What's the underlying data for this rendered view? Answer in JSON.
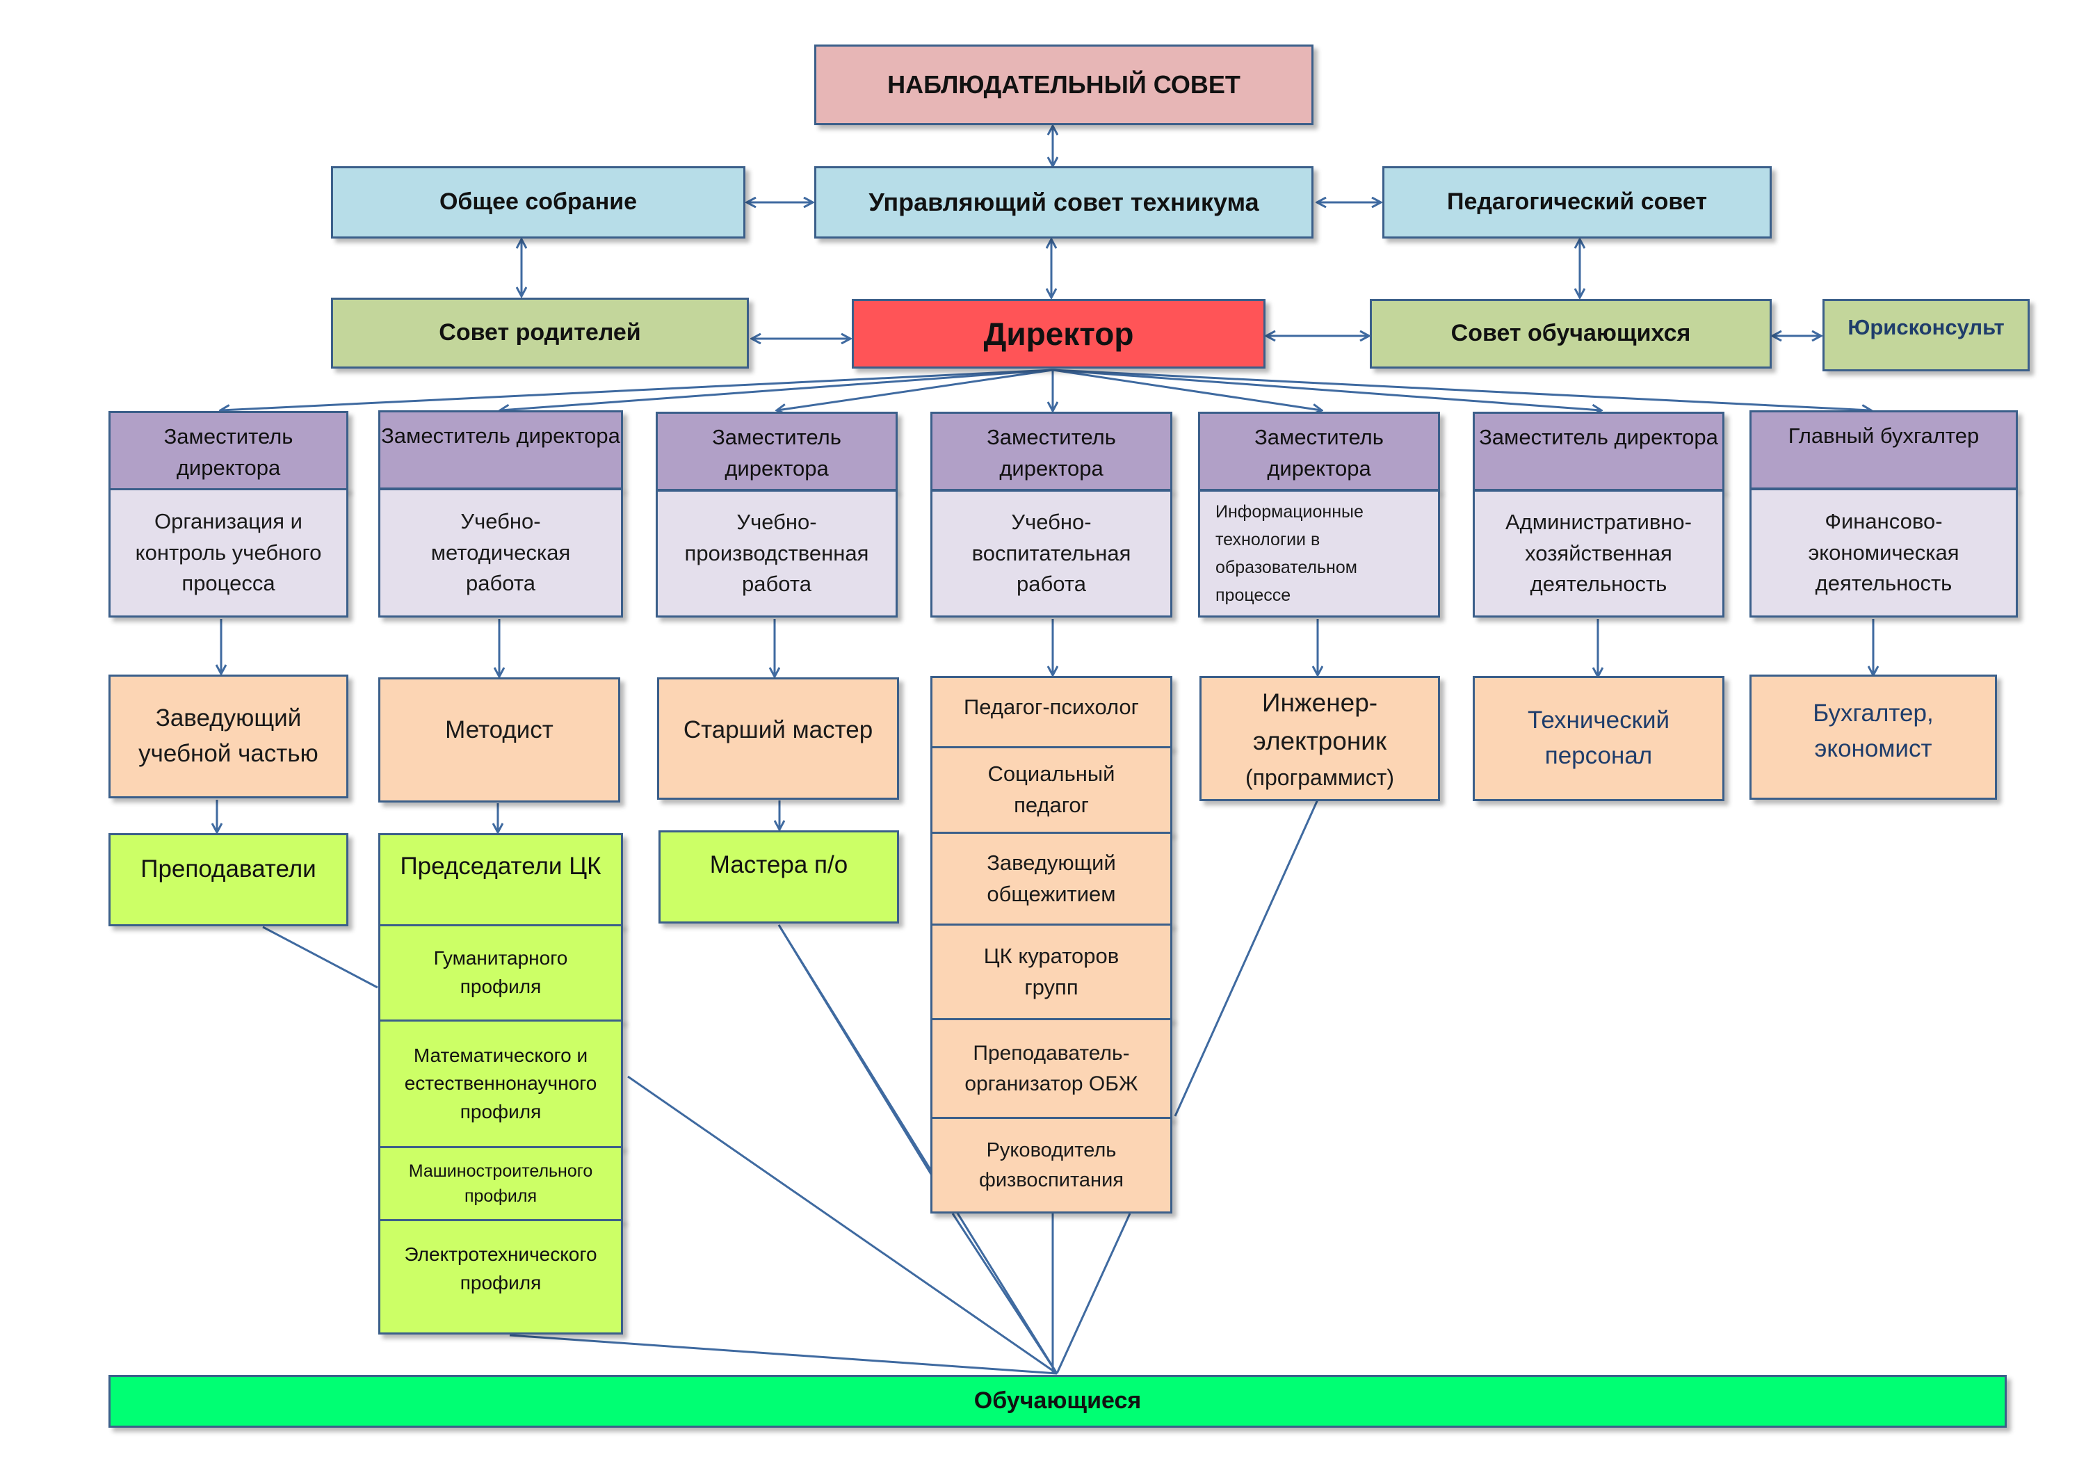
{
  "title": "НАБЛЮДАТЕЛЬНЫЙ СОВЕТ",
  "governance": {
    "general_meeting": "Общее собрание",
    "managing_council": "Управляющий совет техникума",
    "pedagogical_council": "Педагогический совет",
    "parents_council": "Совет родителей",
    "director": "Директор",
    "students_council": "Совет обучающихся",
    "legal_adviser": "Юрисконсульт"
  },
  "deputies": [
    {
      "head": "Заместитель директора",
      "area": "Организация и контроль учебного процесса"
    },
    {
      "head": "Заместитель директора",
      "area": "Учебно-методическая работа"
    },
    {
      "head": "Заместитель директора",
      "area": "Учебно-производственная работа"
    },
    {
      "head": "Заместитель директора",
      "area": "Учебно-воспитательная работа"
    },
    {
      "head": "Заместитель директора",
      "area": "Информационные технологии в образовательном процессе"
    },
    {
      "head": "Заместитель директора",
      "area": "Административно-хозяйственная деятельность"
    },
    {
      "head": "Главный бухгалтер",
      "area": "Финансово-экономическая деятельность"
    }
  ],
  "staff": {
    "head_of_studies": "Заведующий учебной частью",
    "methodist": "Методист",
    "senior_master": "Старший мастер",
    "psychologist": "Педагог-психолог",
    "social_pedagogue": "Социальный педагог",
    "dorm_head": "Заведующий общежитием",
    "curators": "ЦК кураторов групп",
    "obzh_teacher": "Преподаватель-организатор ОБЖ",
    "pe_head": "Руководитель физвоспитания",
    "engineer": "Инженер-электроник",
    "engineer_note": "(программист)",
    "technical_staff": "Технический персонал",
    "accountant": "Бухгалтер, экономист"
  },
  "third_level": {
    "teachers": "Преподаватели",
    "cycle_chairs": "Председатели ЦК",
    "profiles": [
      "Гуманитарного профиля",
      "Математического и естественнонаучного профиля",
      "Машиностроительного профиля",
      "Электротехнического профиля"
    ],
    "masters": "Мастера п/о"
  },
  "students": "Обучающиеся",
  "colors": {
    "border": "#3b5f8a",
    "connector": "#3f6aa0",
    "supervisory": "#e7b6b6",
    "council": "#b7dde8",
    "council_green": "#c3d69b",
    "director": "#ff5457",
    "deputy_header": "#b1a0c7",
    "deputy_area": "#e4dfec",
    "staff": "#fcd5b4",
    "lime": "#ccff66",
    "students": "#00ff73"
  }
}
